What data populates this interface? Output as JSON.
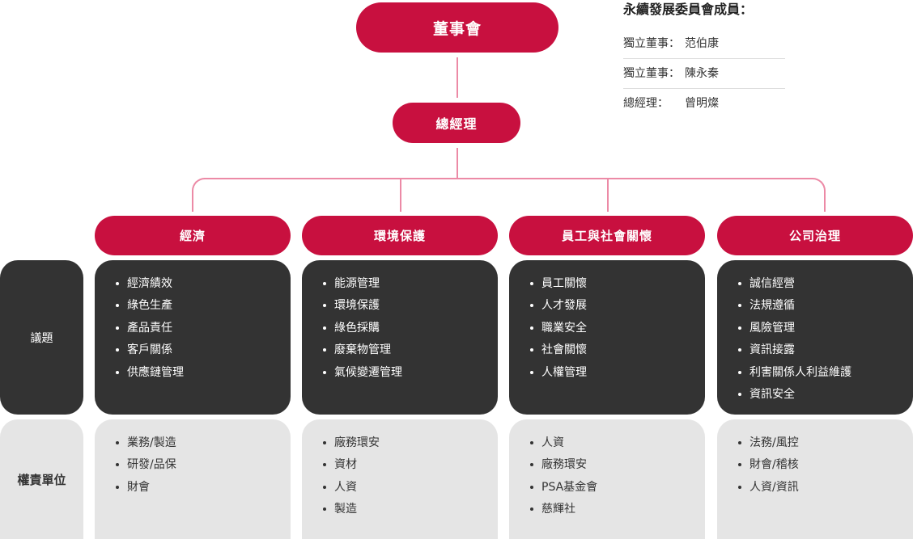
{
  "board": {
    "label": "董事會"
  },
  "gm": {
    "label": "總經理"
  },
  "committee": {
    "title": "永續發展委員會成員：",
    "members": [
      {
        "role": "獨立董事：",
        "name": "范伯康"
      },
      {
        "role": "獨立董事：",
        "name": "陳永秦"
      },
      {
        "role": "總經理：",
        "name": "曾明燦"
      }
    ]
  },
  "row_labels": {
    "issues": "議題",
    "units": "權責單位"
  },
  "colors": {
    "accent": "#c8103f",
    "connector": "#ec8aa6",
    "dark_box": "#333333",
    "light_box": "#e5e5e5"
  },
  "columns": [
    {
      "title": "經濟",
      "issues": [
        "經濟績效",
        "綠色生產",
        "產品責任",
        "客戶關係",
        "供應鏈管理"
      ],
      "units": [
        "業務/製造",
        "研發/品保",
        "財會"
      ]
    },
    {
      "title": "環境保護",
      "issues": [
        "能源管理",
        "環境保護",
        "綠色採購",
        "廢棄物管理",
        "氣候變遷管理"
      ],
      "units": [
        "廠務環安",
        "資材",
        "人資",
        "製造"
      ]
    },
    {
      "title": "員工與社會關懷",
      "issues": [
        "員工關懷",
        "人才發展",
        "職業安全",
        "社會關懷",
        "人權管理"
      ],
      "units": [
        "人資",
        "廠務環安",
        "PSA基金會",
        "慈輝社"
      ]
    },
    {
      "title": "公司治理",
      "issues": [
        "誠信經營",
        "法規遵循",
        "風險管理",
        "資訊接露",
        "利害關係人利益維護",
        "資訊安全"
      ],
      "units": [
        "法務/風控",
        "財會/稽核",
        "人資/資訊"
      ]
    }
  ]
}
